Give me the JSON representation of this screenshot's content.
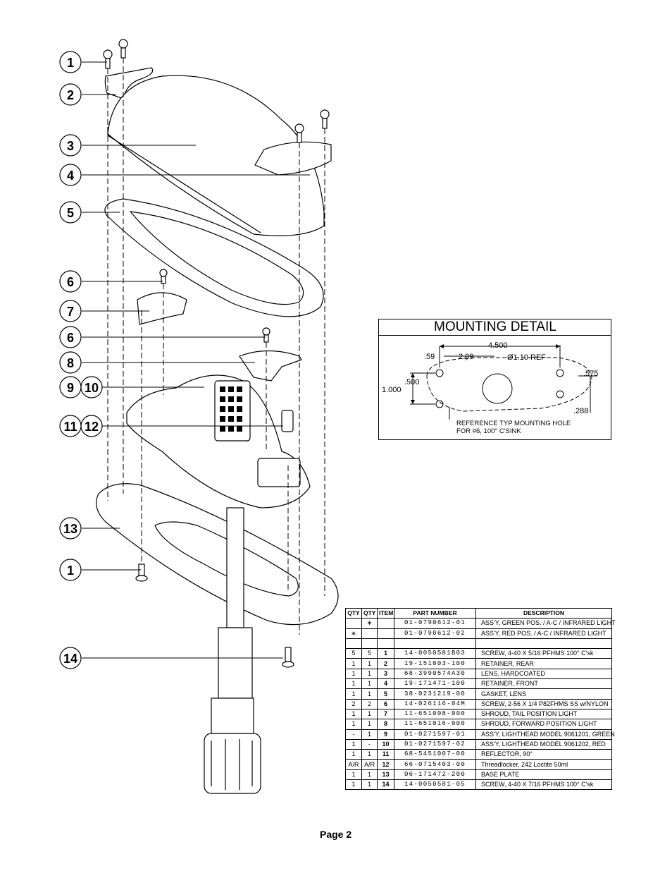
{
  "callouts": [
    "1",
    "2",
    "3",
    "4",
    "5",
    "6",
    "7",
    "6",
    "8",
    "9",
    "10",
    "11",
    "12",
    "13",
    "1",
    "14"
  ],
  "mounting_detail": {
    "title": "MOUNTING DETAIL",
    "dim_overall": "4.500",
    "dim_59": ".59",
    "dim_209": "2.09",
    "dim_hole": "Ø1.10 REF",
    "dim_575": ".575",
    "dim_500": ".500",
    "dim_1000": "1.000",
    "dim_288": ".288",
    "note_line1": "REFERENCE TYP MOUNTING HOLE",
    "note_line2": "FOR #6, 100° C'SINK"
  },
  "parts_table": {
    "headers": [
      "QTY",
      "QTY",
      "ITEM",
      "PART NUMBER",
      "DESCRIPTION"
    ],
    "rows": [
      [
        "",
        "∗",
        "",
        "01-0790612-01",
        "ASS'Y, GREEN POS. / A-C / INFRARED LIGHT"
      ],
      [
        "∗",
        "",
        "",
        "01-0790612-02",
        "ASS'Y, RED POS. / A-C / INFRARED LIGHT"
      ],
      [
        "",
        "",
        "",
        "",
        ""
      ],
      [
        "5",
        "5",
        "1",
        "14-0050581B03",
        "SCREW, 4-40 X 5/16 PFHMS 100° C'sk"
      ],
      [
        "1",
        "1",
        "2",
        "19-151003-100",
        "RETAINER, REAR"
      ],
      [
        "1",
        "1",
        "3",
        "68-3990574A30",
        "LENS, HARDCOATED"
      ],
      [
        "1",
        "1",
        "4",
        "19-171471-100",
        "RETAINER, FRONT"
      ],
      [
        "1",
        "1",
        "5",
        "38-0231219-00",
        "GASKET, LENS"
      ],
      [
        "2",
        "2",
        "6",
        "14-026116-04M",
        "SCREW, 2-56 X 1/4 P82FHMS SS w/NYLON"
      ],
      [
        "1",
        "1",
        "7",
        "11-651008-000",
        "SHROUD, TAIL POSITION LIGHT"
      ],
      [
        "1",
        "1",
        "8",
        "11-651016-000",
        "SHROUD, FORWARD POSITION LIGHT"
      ],
      [
        "-",
        "1",
        "9",
        "01-0271597-01",
        "ASS'Y, LIGHTHEAD MODEL 9061201, GREEN"
      ],
      [
        "1",
        "-",
        "10",
        "01-0271597-02",
        "ASS'Y, LIGHTHEAD MODEL 9061202, RED"
      ],
      [
        "1",
        "1",
        "11",
        "68-5451007-00",
        "REFLECTOR, 90°"
      ],
      [
        "A/R",
        "A/R",
        "12",
        "66-0715403-00",
        "Threadlocker, 242 Loctite 50ml"
      ],
      [
        "1",
        "1",
        "13",
        "06-171472-200",
        "BASE PLATE"
      ],
      [
        "1",
        "1",
        "14",
        "14-0050581-05",
        "SCREW, 4-40 X 7/16 PFHMS 100° C'sk"
      ]
    ]
  },
  "footer": {
    "page": "Page 2"
  }
}
